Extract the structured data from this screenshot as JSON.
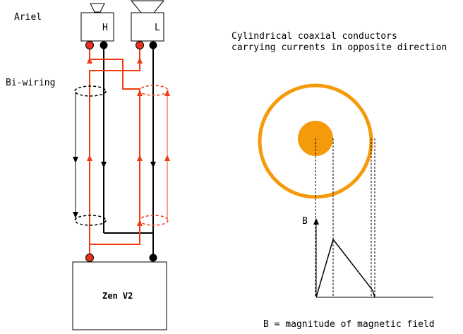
{
  "labels": {
    "speaker_name": "Ariel",
    "wiring_mode": "Bi-wiring",
    "high_terminal": "H",
    "low_terminal": "L",
    "amplifier": "Zen V2",
    "coax_title_line1": "Cylindrical coaxial conductors",
    "coax_title_line2": "carrying currents in opposite direction",
    "field_axis": "B",
    "field_caption": "B = magnitude of magnetic field"
  },
  "colors": {
    "positive_wire": "#f03c14",
    "negative_wire": "#000000",
    "conductor": "#f59a0a",
    "terminal_positive": "#e8321e",
    "terminal_negative": "#000000"
  },
  "chart_data": {
    "type": "line",
    "title": "",
    "xlabel": "",
    "ylabel": "B",
    "series": [
      {
        "values": [
          0,
          1,
          0.12
        ]
      }
    ]
  }
}
